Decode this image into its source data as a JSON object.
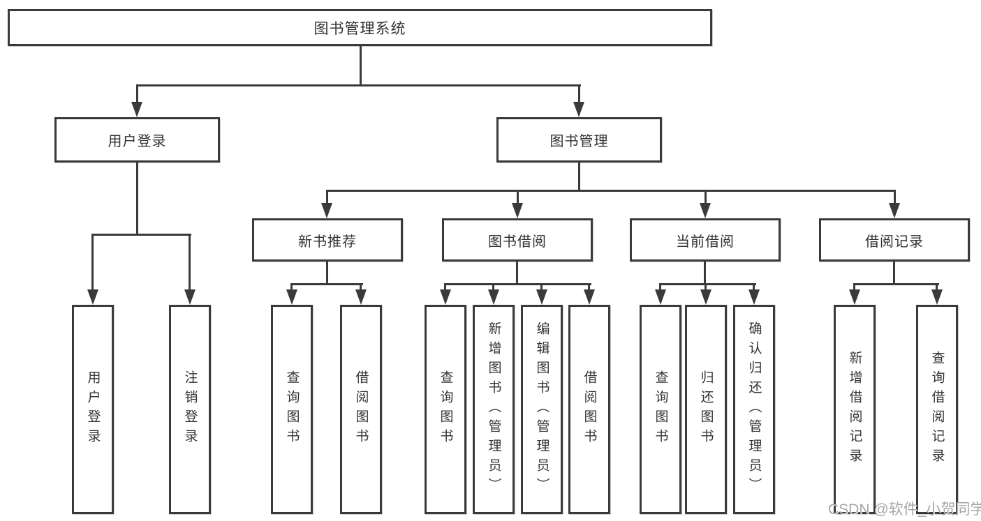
{
  "tree": {
    "root": {
      "label": "图书管理系统",
      "children": [
        {
          "label": "用户登录",
          "children": [
            {
              "label": "用户登录"
            },
            {
              "label": "注销登录"
            }
          ]
        },
        {
          "label": "图书管理",
          "children": [
            {
              "label": "新书推荐",
              "children": [
                {
                  "label": "查询图书"
                },
                {
                  "label": "借阅图书"
                }
              ]
            },
            {
              "label": "图书借阅",
              "children": [
                {
                  "label": "查询图书"
                },
                {
                  "label": "新增图书（管理员）"
                },
                {
                  "label": "编辑图书（管理员）"
                },
                {
                  "label": "借阅图书"
                }
              ]
            },
            {
              "label": "当前借阅",
              "children": [
                {
                  "label": "查询图书"
                },
                {
                  "label": "归还图书"
                },
                {
                  "label": "确认归还（管理员）"
                }
              ]
            },
            {
              "label": "借阅记录",
              "children": [
                {
                  "label": "新增借阅记录"
                },
                {
                  "label": "查询借阅记录"
                }
              ]
            }
          ]
        }
      ]
    }
  },
  "watermark": {
    "text": "CSDN @软件_小贺同学"
  },
  "colors": {
    "line": "#3a3a3a",
    "text": "#333333",
    "watermark": "#a6a6a6",
    "background": "#ffffff"
  }
}
